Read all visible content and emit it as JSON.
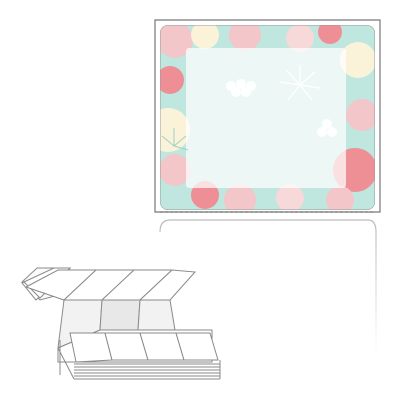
{
  "figure": {
    "description_kind": "product-illustration",
    "colors": {
      "label_border": "#777777",
      "label_background": "#ffffff",
      "card_mint": "#bfe6df",
      "card_pink": "#f3c6c9",
      "card_coral": "#ee8f95",
      "card_cream": "#faf3d9",
      "inner_panel": "#ffffff",
      "stack_line": "#9a9a9a"
    },
    "perforation": "dashed",
    "stack_folds": 3
  }
}
